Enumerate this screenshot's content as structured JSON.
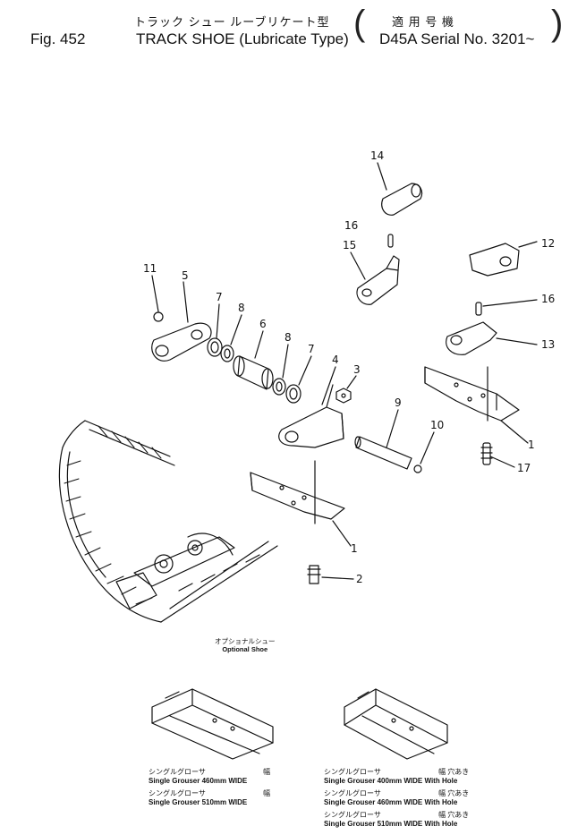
{
  "header": {
    "jp_title": "トラック シュー ルーブリケート型",
    "jp_model": "適 用 号 機",
    "fig_label": "Fig. 452",
    "title": "TRACK SHOE (Lubricate Type)",
    "model": "D45A Serial No. 3201~"
  },
  "callouts": [
    "14",
    "16",
    "15",
    "12",
    "16",
    "13",
    "11",
    "5",
    "7",
    "8",
    "6",
    "8",
    "7",
    "4",
    "3",
    "9",
    "10",
    "1",
    "17",
    "1",
    "2"
  ],
  "optional": {
    "jp": "オプショナルシュー",
    "en": "Optional Shoe"
  },
  "left_shoes": [
    {
      "jp": "シングルグローサ",
      "en": "Single Grouser 460mm WIDE",
      "jp_w": "幅"
    },
    {
      "jp": "シングルグローサ",
      "en": "Single Grouser 510mm WIDE",
      "jp_w": "幅"
    }
  ],
  "right_shoes": [
    {
      "jp": "シングルグローサ",
      "en": "Single Grouser 400mm WIDE With Hole",
      "jp_w": "幅 穴あき"
    },
    {
      "jp": "シングルグローサ",
      "en": "Single Grouser 460mm WIDE With Hole",
      "jp_w": "幅 穴あき"
    },
    {
      "jp": "シングルグローサ",
      "en": "Single Grouser 510mm WIDE With Hole",
      "jp_w": "幅 穴あき"
    }
  ]
}
